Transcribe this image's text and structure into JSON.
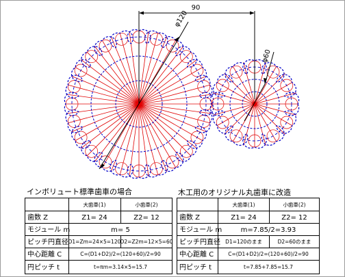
{
  "dimensions": {
    "center_distance": "90",
    "large_diameter": "φ120",
    "small_diameter": "φ60"
  },
  "gears": {
    "large": {
      "teeth": 24
    },
    "small": {
      "teeth": 12
    }
  },
  "tables": {
    "left": {
      "title": "インボリュート標準歯車の場合",
      "col_headers": [
        "大歯車(1)",
        "小歯車(2)"
      ],
      "rows": [
        {
          "label": "歯数 Z",
          "c1": "Z1= 24",
          "c2": "Z2= 12"
        },
        {
          "label": "モジュール m",
          "span": "m= 5"
        },
        {
          "label": "ピッチ円直径",
          "c1": "D1=Zm=24×5=120",
          "c2": "D2=Z2m=12×5=60"
        },
        {
          "label": "中心距離 C",
          "span": "C=(D1+D2)/2=(120+60)/2=90"
        },
        {
          "label": "円ピッチ t",
          "span": "t=πm=3.14×5=15.7"
        }
      ]
    },
    "right": {
      "title": "木工用のオリジナル丸歯車に改造",
      "col_headers": [
        "大歯車(1)",
        "小歯車(2)"
      ],
      "rows": [
        {
          "label": "歯数 Z",
          "c1": "Z1= 24",
          "c2": "Z2= 12"
        },
        {
          "label": "モジュール m",
          "span": "m=7.85/2=3.93"
        },
        {
          "label": "ピッチ円直径",
          "c1": "D1=120のまま",
          "c2": "D2=60のまま"
        },
        {
          "label": "中心距離 C",
          "span": "C=(D1+D2)/2=(120+60)/2=90"
        },
        {
          "label": "円ピッチ t",
          "span": "t=7.85+7.85=15.7"
        }
      ]
    }
  },
  "colors": {
    "red": "#e00000",
    "blue": "#0000c8",
    "black": "#000000"
  }
}
